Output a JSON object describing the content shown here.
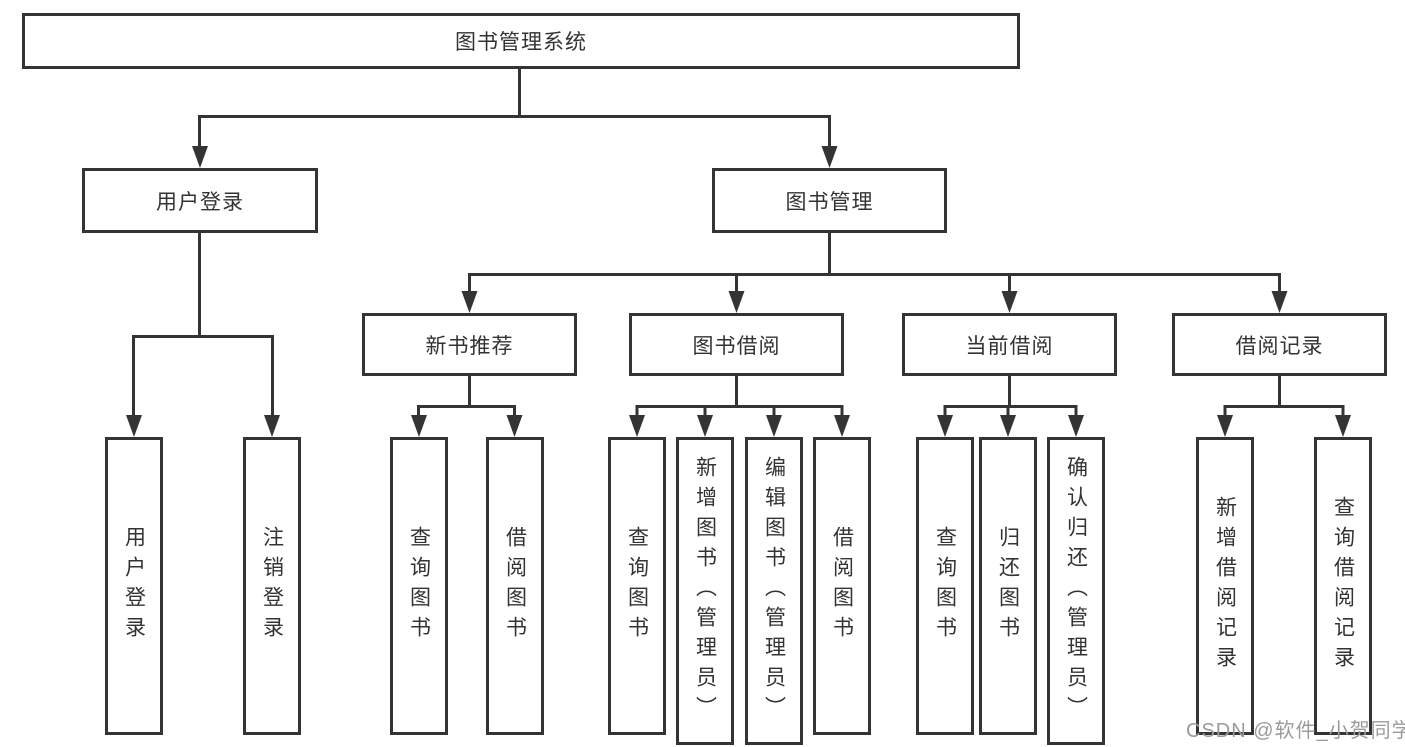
{
  "diagram": {
    "root": {
      "label": "图书管理系统"
    },
    "branches": [
      {
        "label": "用户登录",
        "leaves": [
          "用户登录",
          "注销登录"
        ]
      },
      {
        "label": "图书管理",
        "children": [
          {
            "label": "新书推荐",
            "leaves": [
              "查询图书",
              "借阅图书"
            ]
          },
          {
            "label": "图书借阅",
            "leaves": [
              "查询图书",
              "新增图书（管理员）",
              "编辑图书（管理员）",
              "借阅图书"
            ]
          },
          {
            "label": "当前借阅",
            "leaves": [
              "查询图书",
              "归还图书",
              "确认归还（管理员）"
            ]
          },
          {
            "label": "借阅记录",
            "leaves": [
              "新增借阅记录",
              "查询借阅记录"
            ]
          }
        ]
      }
    ]
  },
  "watermark": {
    "text": "CSDN @软件_小贺同学"
  },
  "colors": {
    "line": "#343434",
    "box_border": "#343434",
    "text": "#333333",
    "watermark": "#9b9b9b",
    "background": "#ffffff"
  }
}
